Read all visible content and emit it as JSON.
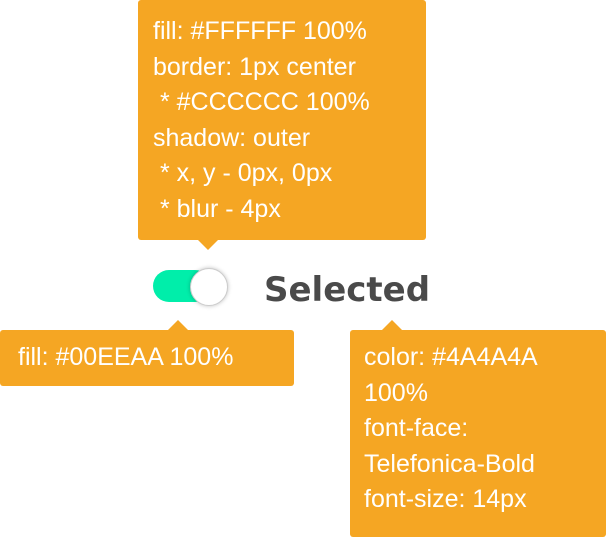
{
  "colors": {
    "callout_bg": "#F5A623",
    "callout_text": "#FFFFFF",
    "toggle_fill": "#00EEAA",
    "knob_fill": "#FFFFFF",
    "knob_border": "#CCCCCC",
    "label_color": "#4A4A4A"
  },
  "toggle": {
    "state": "on",
    "label": "Selected"
  },
  "annotations": {
    "knob_spec": {
      "lines": [
        "fill: #FFFFFF 100%",
        "border: 1px center",
        " * #CCCCCC 100%",
        "shadow: outer",
        " * x, y - 0px, 0px",
        " * blur - 4px"
      ]
    },
    "track_spec": {
      "lines": [
        "fill: #00EEAA 100%"
      ]
    },
    "label_spec": {
      "lines": [
        "color: #4A4A4A",
        "100%",
        "font-face:",
        "Telefonica-Bold",
        "font-size: 14px"
      ]
    }
  }
}
